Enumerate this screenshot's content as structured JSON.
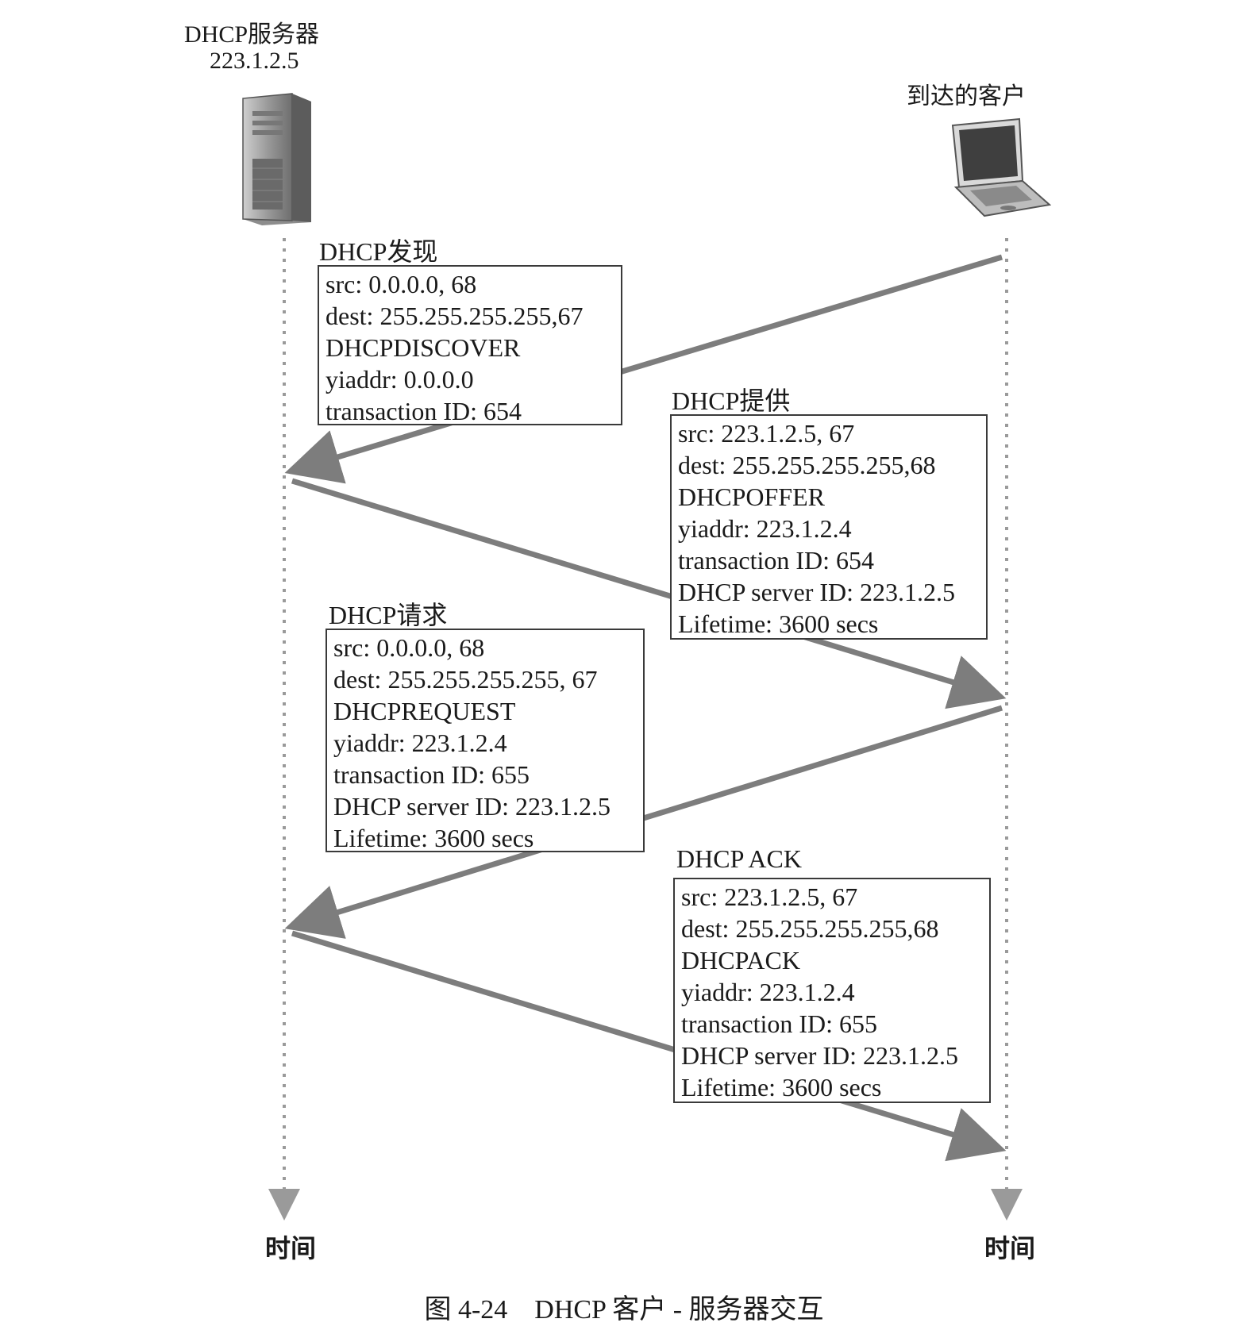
{
  "server": {
    "name": "DHCP服务器",
    "ip": "223.1.2.5",
    "icon": "server-tower-icon"
  },
  "client": {
    "name": "到达的客户",
    "icon": "laptop-icon"
  },
  "time_label": "时间",
  "messages": [
    {
      "title": "DHCP发现",
      "lines": [
        "src: 0.0.0.0, 68",
        "dest: 255.255.255.255,67",
        "DHCPDISCOVER",
        "yiaddr: 0.0.0.0",
        "transaction ID: 654"
      ]
    },
    {
      "title": "DHCP提供",
      "lines": [
        "src: 223.1.2.5, 67",
        "dest: 255.255.255.255,68",
        "DHCPOFFER",
        "yiaddr: 223.1.2.4",
        "transaction ID: 654",
        "DHCP server ID: 223.1.2.5",
        "Lifetime: 3600 secs"
      ]
    },
    {
      "title": "DHCP请求",
      "lines": [
        "src: 0.0.0.0, 68",
        "dest: 255.255.255.255, 67",
        "DHCPREQUEST",
        "yiaddr: 223.1.2.4",
        "transaction ID: 655",
        "DHCP server ID: 223.1.2.5",
        "Lifetime: 3600 secs"
      ]
    },
    {
      "title": "DHCP ACK",
      "lines": [
        "src: 223.1.2.5, 67",
        "dest: 255.255.255.255,68",
        "DHCPACK",
        "yiaddr: 223.1.2.4",
        "transaction ID: 655",
        "DHCP server ID: 223.1.2.5",
        "Lifetime: 3600 secs"
      ]
    }
  ],
  "caption": "图 4-24　DHCP 客户 - 服务器交互",
  "colors": {
    "arrow": "#7d7d7d",
    "lifeline": "#9a9a9a",
    "box_border": "#3a3a3a"
  }
}
